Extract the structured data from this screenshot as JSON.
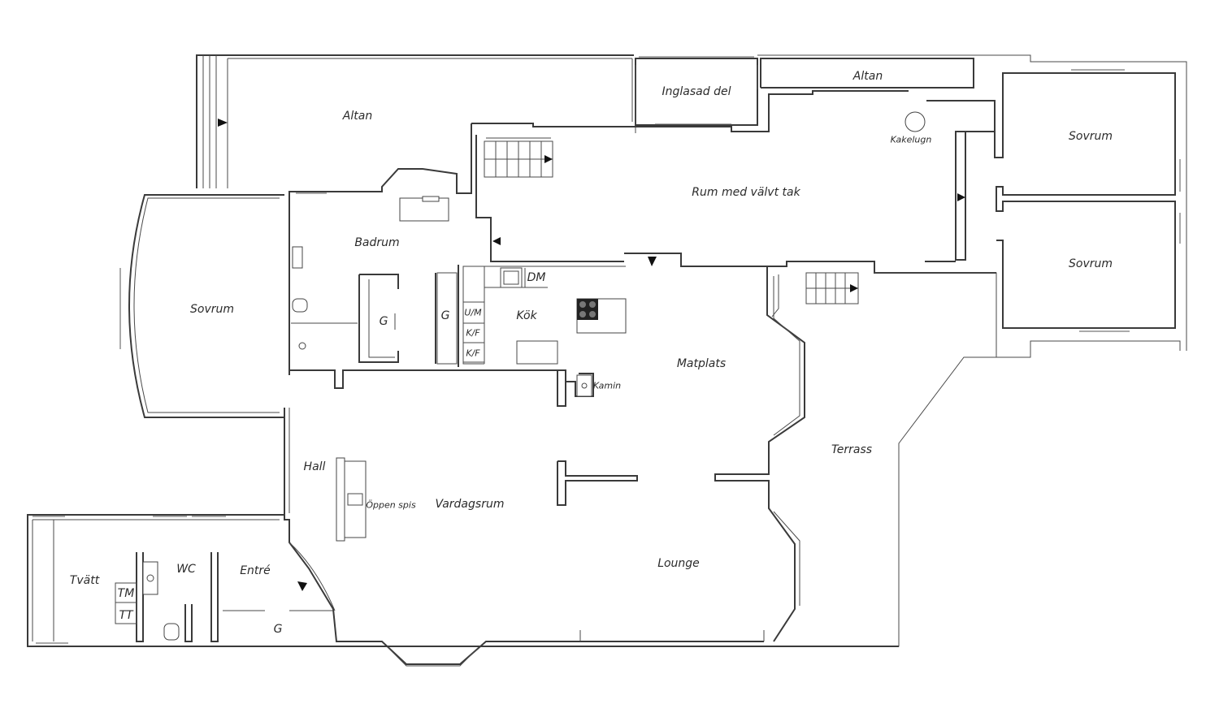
{
  "rooms": {
    "altan_left": "Altan",
    "inglasad": "Inglasad del",
    "altan_top": "Altan",
    "kakelugn": "Kakelugn",
    "sovrum_r1": "Sovrum",
    "rum_valvt": "Rum med välvt tak",
    "sovrum_r2": "Sovrum",
    "badrum": "Badrum",
    "sovrum_left": "Sovrum",
    "dm": "DM",
    "kok": "Kök",
    "um": "U/M",
    "kf1": "K/F",
    "kf2": "K/F",
    "g1": "G",
    "g2": "G",
    "matplats": "Matplats",
    "kamin": "Kamin",
    "terrass": "Terrass",
    "hall": "Hall",
    "oppen_spis": "Öppen spis",
    "vardagsrum": "Vardagsrum",
    "tvatt": "Tvätt",
    "wc": "WC",
    "entre": "Entré",
    "tm": "TM",
    "tt": "TT",
    "g3": "G",
    "lounge": "Lounge"
  }
}
